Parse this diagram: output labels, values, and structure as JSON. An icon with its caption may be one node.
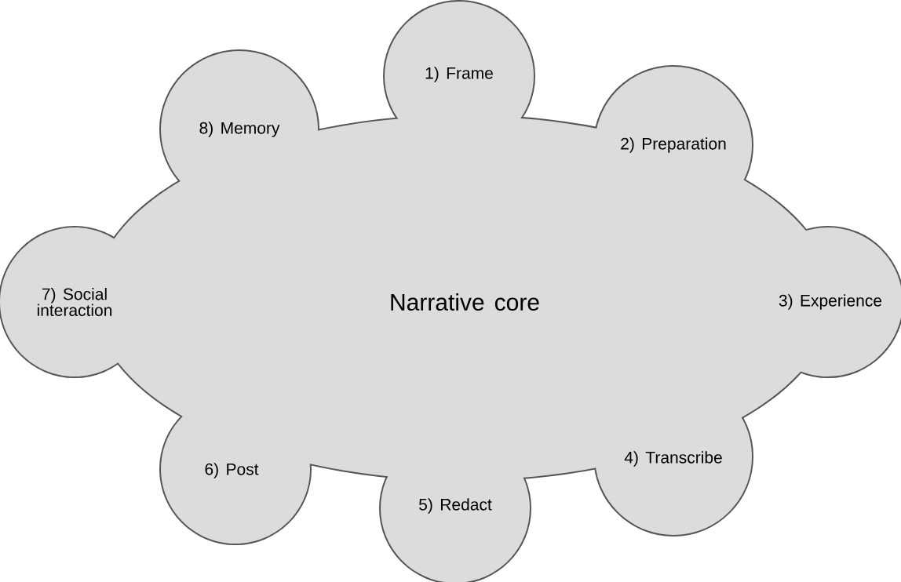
{
  "diagram": {
    "nodes": [
      {
        "text": [
          "Narrative core"
        ]
      },
      {
        "text": [
          "1) Frame"
        ]
      },
      {
        "text": [
          "2) Preparation"
        ]
      },
      {
        "text": [
          "3) Experience"
        ]
      },
      {
        "text": [
          "4) Transcribe"
        ]
      },
      {
        "text": [
          "5) Redact"
        ]
      },
      {
        "text": [
          "6) Post"
        ]
      },
      {
        "text": [
          "7) Social interaction"
        ]
      },
      {
        "text": [
          "8) Memory"
        ]
      }
    ]
  }
}
